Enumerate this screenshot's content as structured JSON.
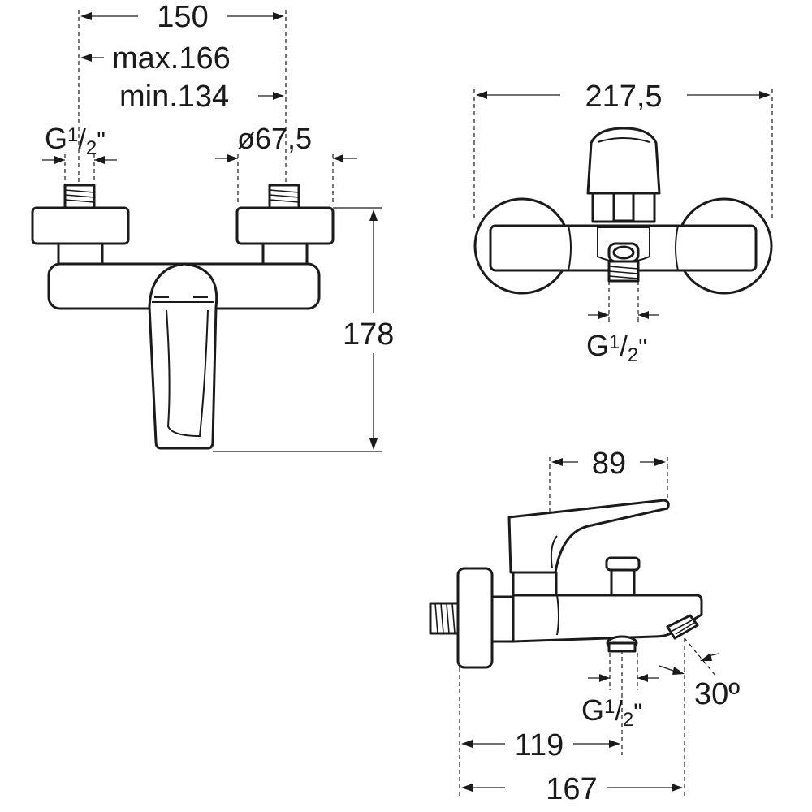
{
  "views": {
    "front": {
      "dim_width": "150",
      "dim_max": "max.166",
      "dim_min": "min.134",
      "dim_thread": "G",
      "dim_diameter": "ø67,5",
      "dim_height": "178"
    },
    "top": {
      "dim_width": "217,5",
      "dim_thread": "G"
    },
    "side": {
      "dim_depth_top": "89",
      "dim_thread": "G",
      "dim_angle": "30º",
      "dim_inlet": "119",
      "dim_total": "167"
    }
  },
  "labels": {
    "half_num": "1",
    "half_den": "2",
    "inch": "\""
  }
}
